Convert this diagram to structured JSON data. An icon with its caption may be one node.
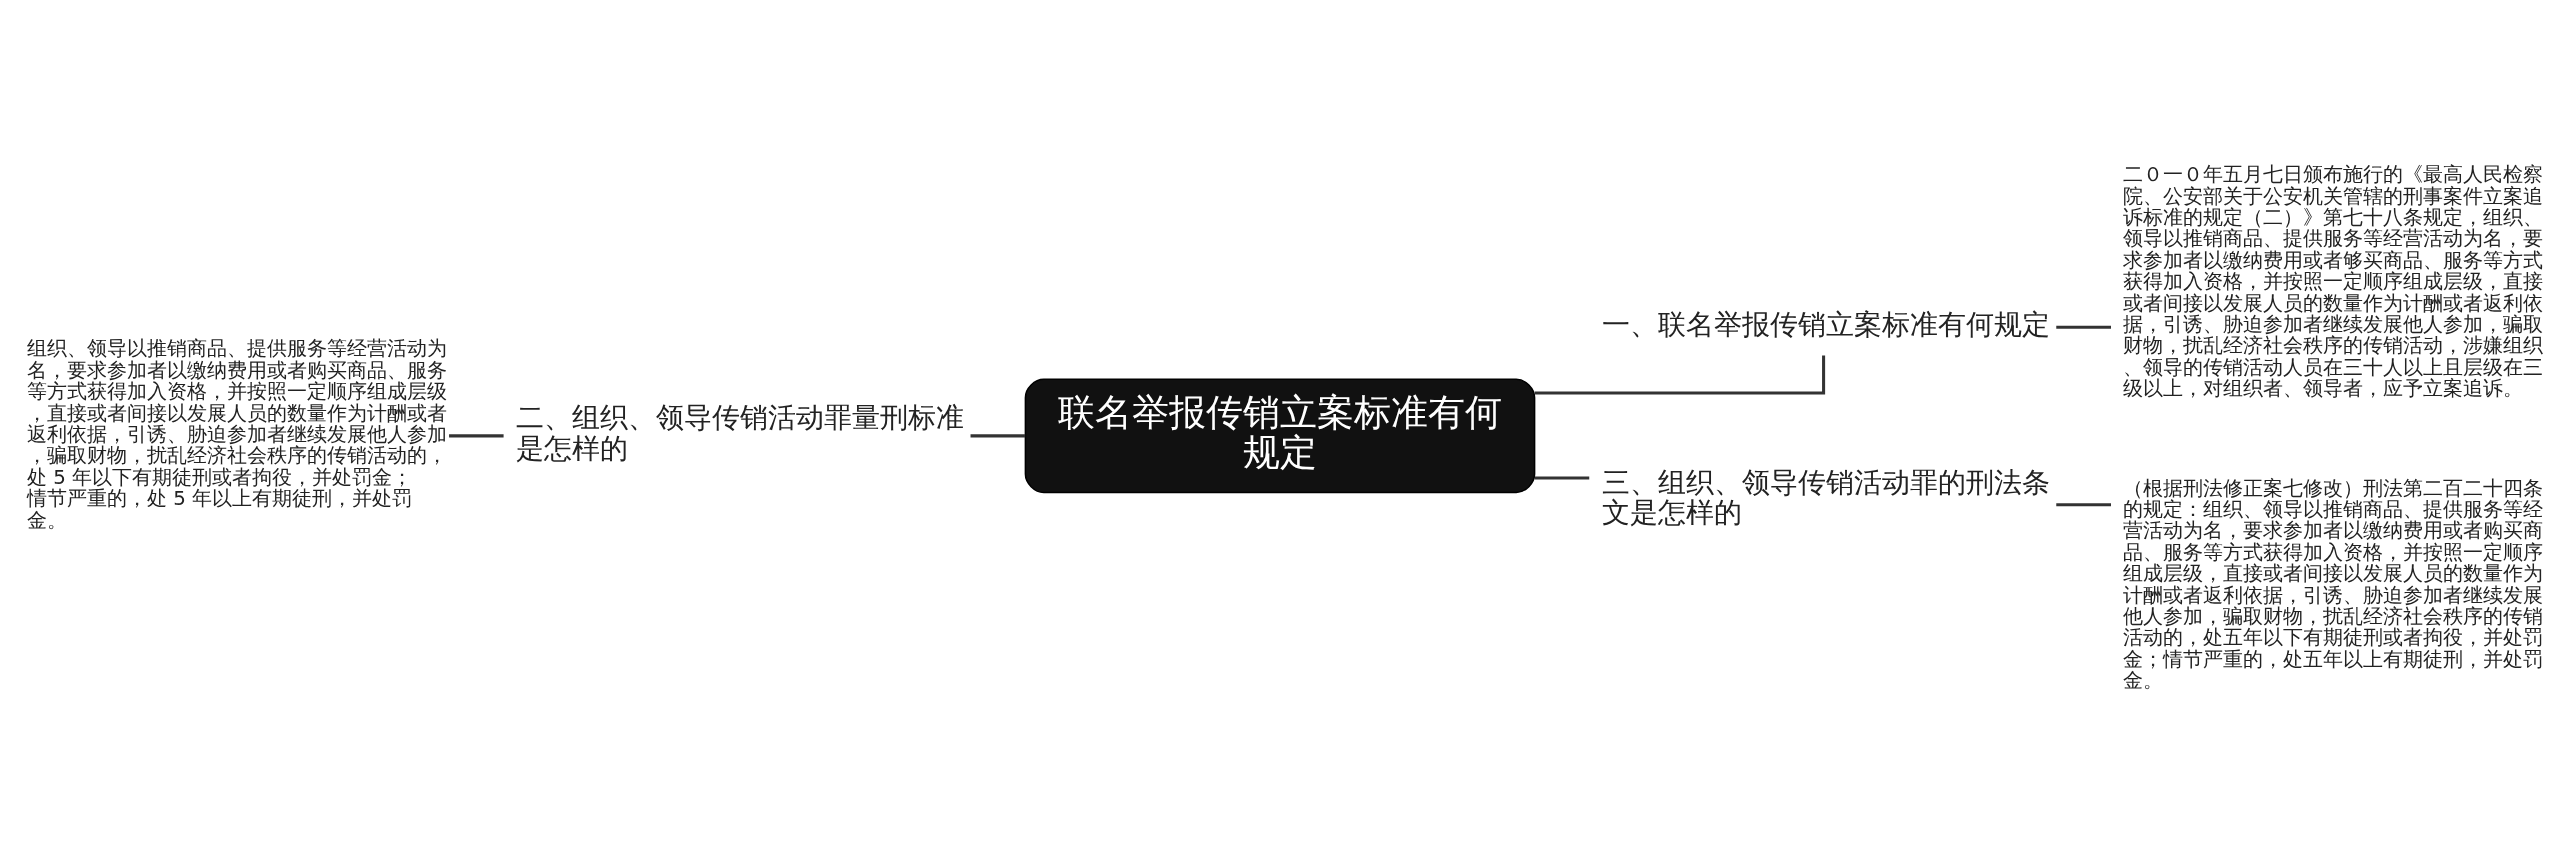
{
  "diagram": {
    "nodes": [
      {
        "text": [
          "联名举报传销立案标准有何规定"
        ]
      },
      {
        "text": [
          "一、联名举报传销立案标准有何规定"
        ]
      },
      {
        "text": [
          "二０一０年五月七日颁布施行的《最高人民检察院、公安部关于公安机关管辖的刑事案件立案追诉标准的规定（二）》第七十八条规定，组织、领导以推销商品、提供服务等经营活动为名，要求参加者以缴纳费用或者够买商品、服务等方式获得加入资格，并按照一定顺序组成层级，直接或者间接以发展人员的数量作为计酬或者返利依据，引诱、胁迫参加者继续发展他人参加，骗取财物，扰乱经济社会秩序的传销活动，涉嫌组织、领导的传销活动人员在三十人以上且层级在三级以上，对组织者、领导者，应予立案追诉。"
        ]
      },
      {
        "text": [
          "二、组织、领导传销活动罪量刑标准是怎样的"
        ]
      },
      {
        "text": [
          "组织、领导以推销商品、提供服务等经营活动为名，要求参加者以缴纳费用或者购买商品、服务等方式获得加入资格，并按照一定顺序组成层级，直接或者间接以发展人员的数量作为计酬或者返利依据，引诱、胁迫参加者继续发展他人参加，骗取财物，扰乱经济社会秩序的传销活动的，处 5 年以下有期徒刑或者拘役，并处罚金；情节严重的，处 5 年以上有期徒刑，并处罚金。"
        ]
      },
      {
        "text": [
          "三、组织、领导传销活动罪的刑法条文是怎样的"
        ]
      },
      {
        "text": [
          "（根据刑法修正案七修改）刑法第二百二十四条的规定：组织、领导以推销商品、提供服务等经营活动为名，要求参加者以缴纳费用或者购买商品、服务等方式获得加入资格，并按照一定顺序组成层级，直接或者间接以发展人员的数量作为计酬或者返利依据，引诱、胁迫参加者继续发展他人参加，骗取财物，扰乱经济社会秩序的传销活动的，处五年以下有期徒刑或者拘役，并处罚金；情节严重的，处五年以上有期徒刑，并处罚金。"
        ]
      }
    ],
    "edges": [
      {
        "from": 0,
        "to": 1,
        "arrow": "none"
      },
      {
        "from": 1,
        "to": 2,
        "arrow": "none"
      },
      {
        "from": 4,
        "to": 3,
        "arrow": "none"
      },
      {
        "from": 3,
        "to": 0,
        "arrow": "none"
      },
      {
        "from": 0,
        "to": 5,
        "arrow": "none"
      },
      {
        "from": 5,
        "to": 6,
        "arrow": "none"
      }
    ]
  }
}
